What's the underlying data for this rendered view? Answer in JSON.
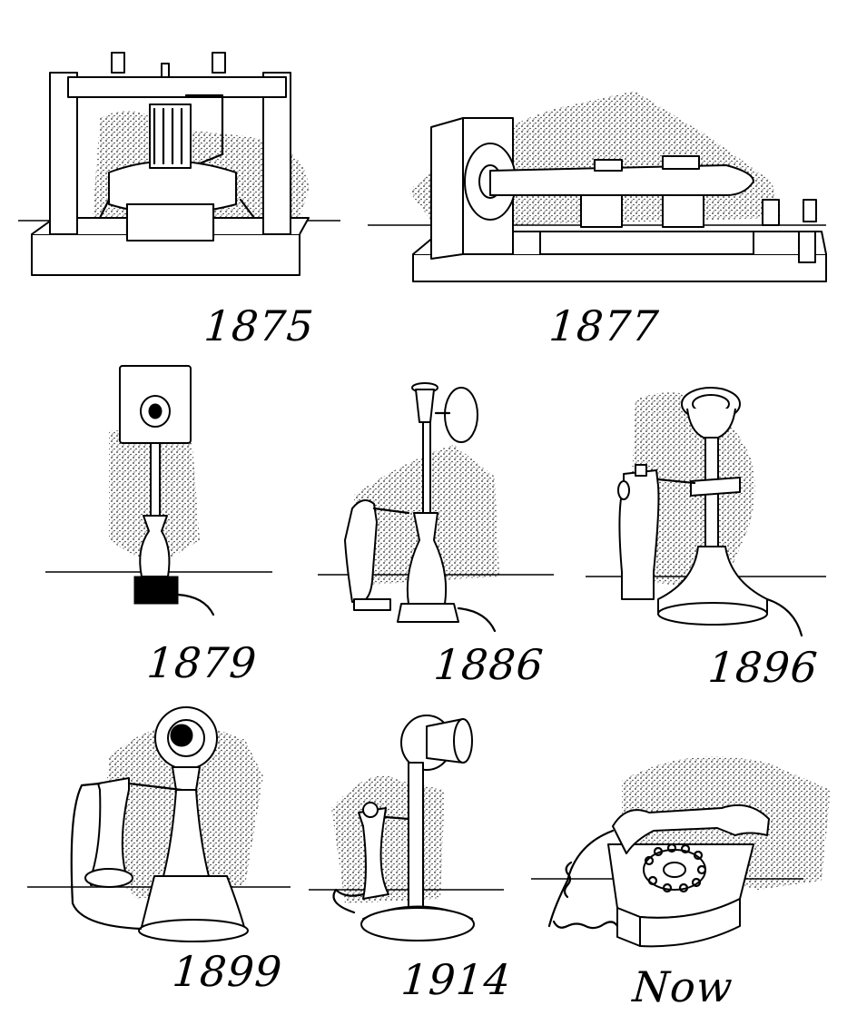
{
  "labels": {
    "p1875": "1875",
    "p1877": "1877",
    "p1879": "1879",
    "p1886": "1886",
    "p1896": "1896",
    "p1899": "1899",
    "p1914": "1914",
    "now": "Now"
  },
  "colors": {
    "ink": "#000000",
    "paper": "#ffffff",
    "stipple": "#000000"
  }
}
